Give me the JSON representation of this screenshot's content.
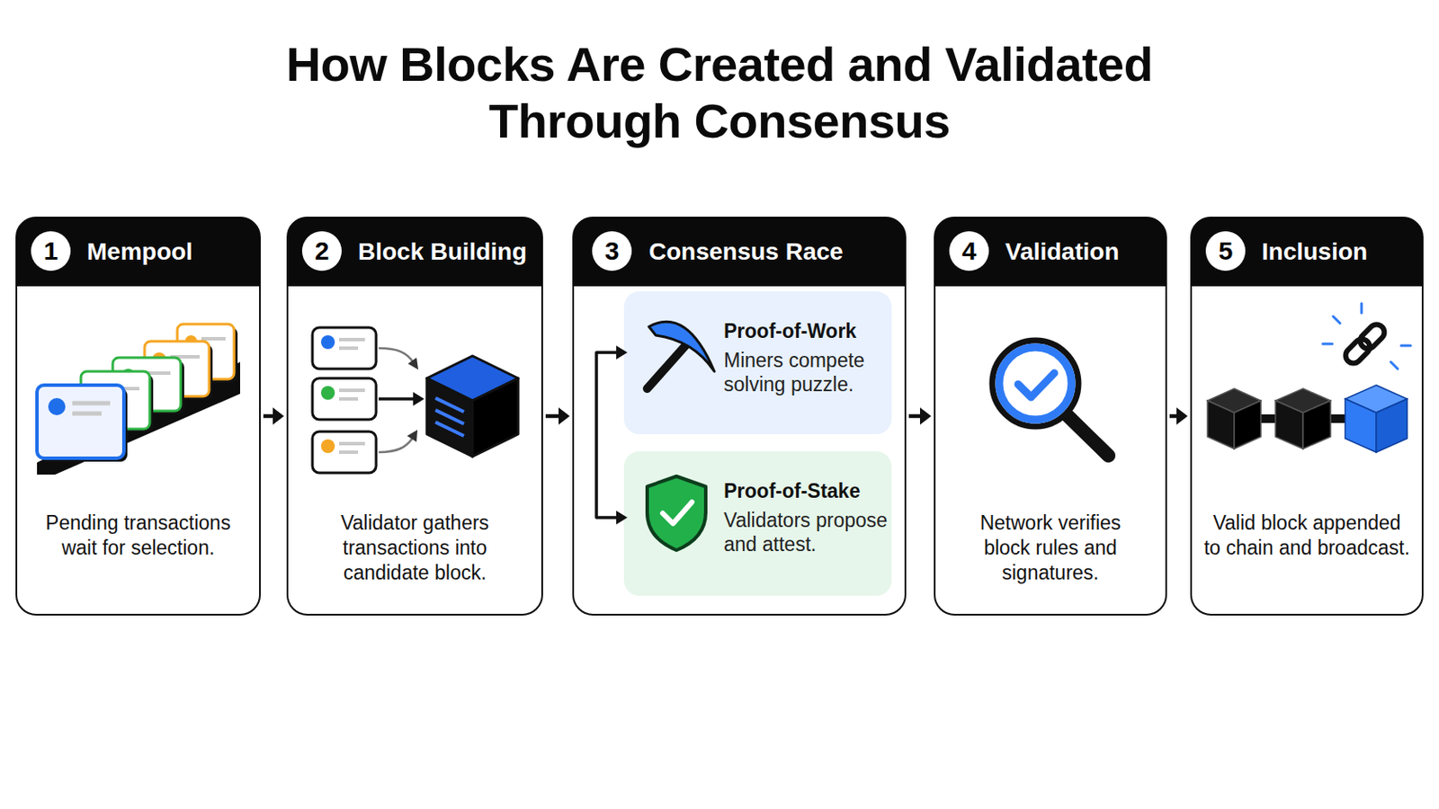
{
  "diagram": {
    "title": "How Blocks Are Created and Validated Through Consensus",
    "nodes": [
      {
        "text": [
          "1",
          "Mempool",
          "Pending transactions wait for selection."
        ]
      },
      {
        "text": [
          "2",
          "Block Building",
          "Validator gathers transactions into candidate block."
        ]
      },
      {
        "text": [
          "3",
          "Consensus Race"
        ]
      },
      {
        "text": [
          "Proof-of-Work",
          "Miners compete solving puzzle."
        ],
        "in": 2
      },
      {
        "text": [
          "Proof-of-Stake",
          "Validators propose and attest."
        ],
        "in": 2
      },
      {
        "text": [
          "4",
          "Validation",
          "Network verifies block rules and signatures."
        ]
      },
      {
        "text": [
          "5",
          "Inclusion",
          "Valid block appended to chain and broadcast."
        ]
      }
    ],
    "edges": [
      {
        "from": 0,
        "to": 1,
        "arrow": "to"
      },
      {
        "from": 1,
        "to": 2,
        "arrow": "to"
      },
      {
        "from": 2,
        "to": 5,
        "arrow": "to"
      },
      {
        "from": 5,
        "to": 6,
        "arrow": "to"
      }
    ]
  }
}
